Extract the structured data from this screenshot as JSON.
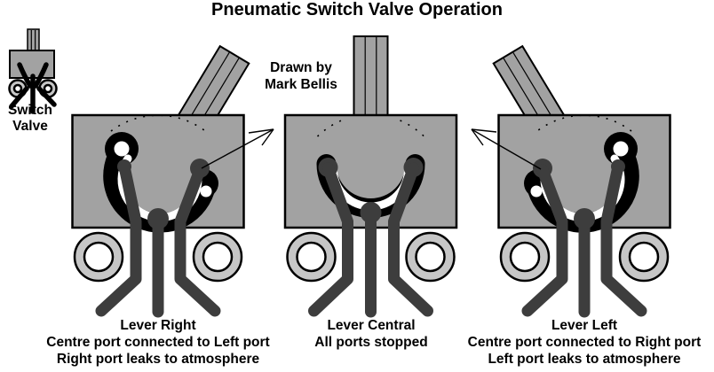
{
  "title": "Pneumatic Switch Valve Operation",
  "credit": {
    "line1": "Drawn by",
    "line2": "Mark Bellis"
  },
  "legend_icon": {
    "label_line1": "Switch",
    "label_line2": "Valve"
  },
  "valves": [
    {
      "name": "Lever Right",
      "line2": "Centre port connected to Left port",
      "line3": "Right port leaks to atmosphere"
    },
    {
      "name": "Lever Central",
      "line2": "All ports stopped",
      "line3": ""
    },
    {
      "name": "Lever Left",
      "line2": "Centre port connected to Right port",
      "line3": "Left port leaks to atmosphere"
    }
  ],
  "icons": {
    "legend": "switch-valve-icon",
    "annotations": [
      "annotation-arrow-right",
      "annotation-arrow-left"
    ],
    "per_valve": [
      "lever-handle-icon",
      "port-ring-icon",
      "rotor-channel-icon"
    ]
  },
  "colors": {
    "background": "#ffffff",
    "valve_body_gray": "#a2a2a2",
    "port_ring_gray": "#c6c6c6",
    "rod_dark_gray": "#3d3d3d",
    "rotor_channel_black": "#000000",
    "channel_open_white": "#ffffff",
    "text": "#000000"
  }
}
